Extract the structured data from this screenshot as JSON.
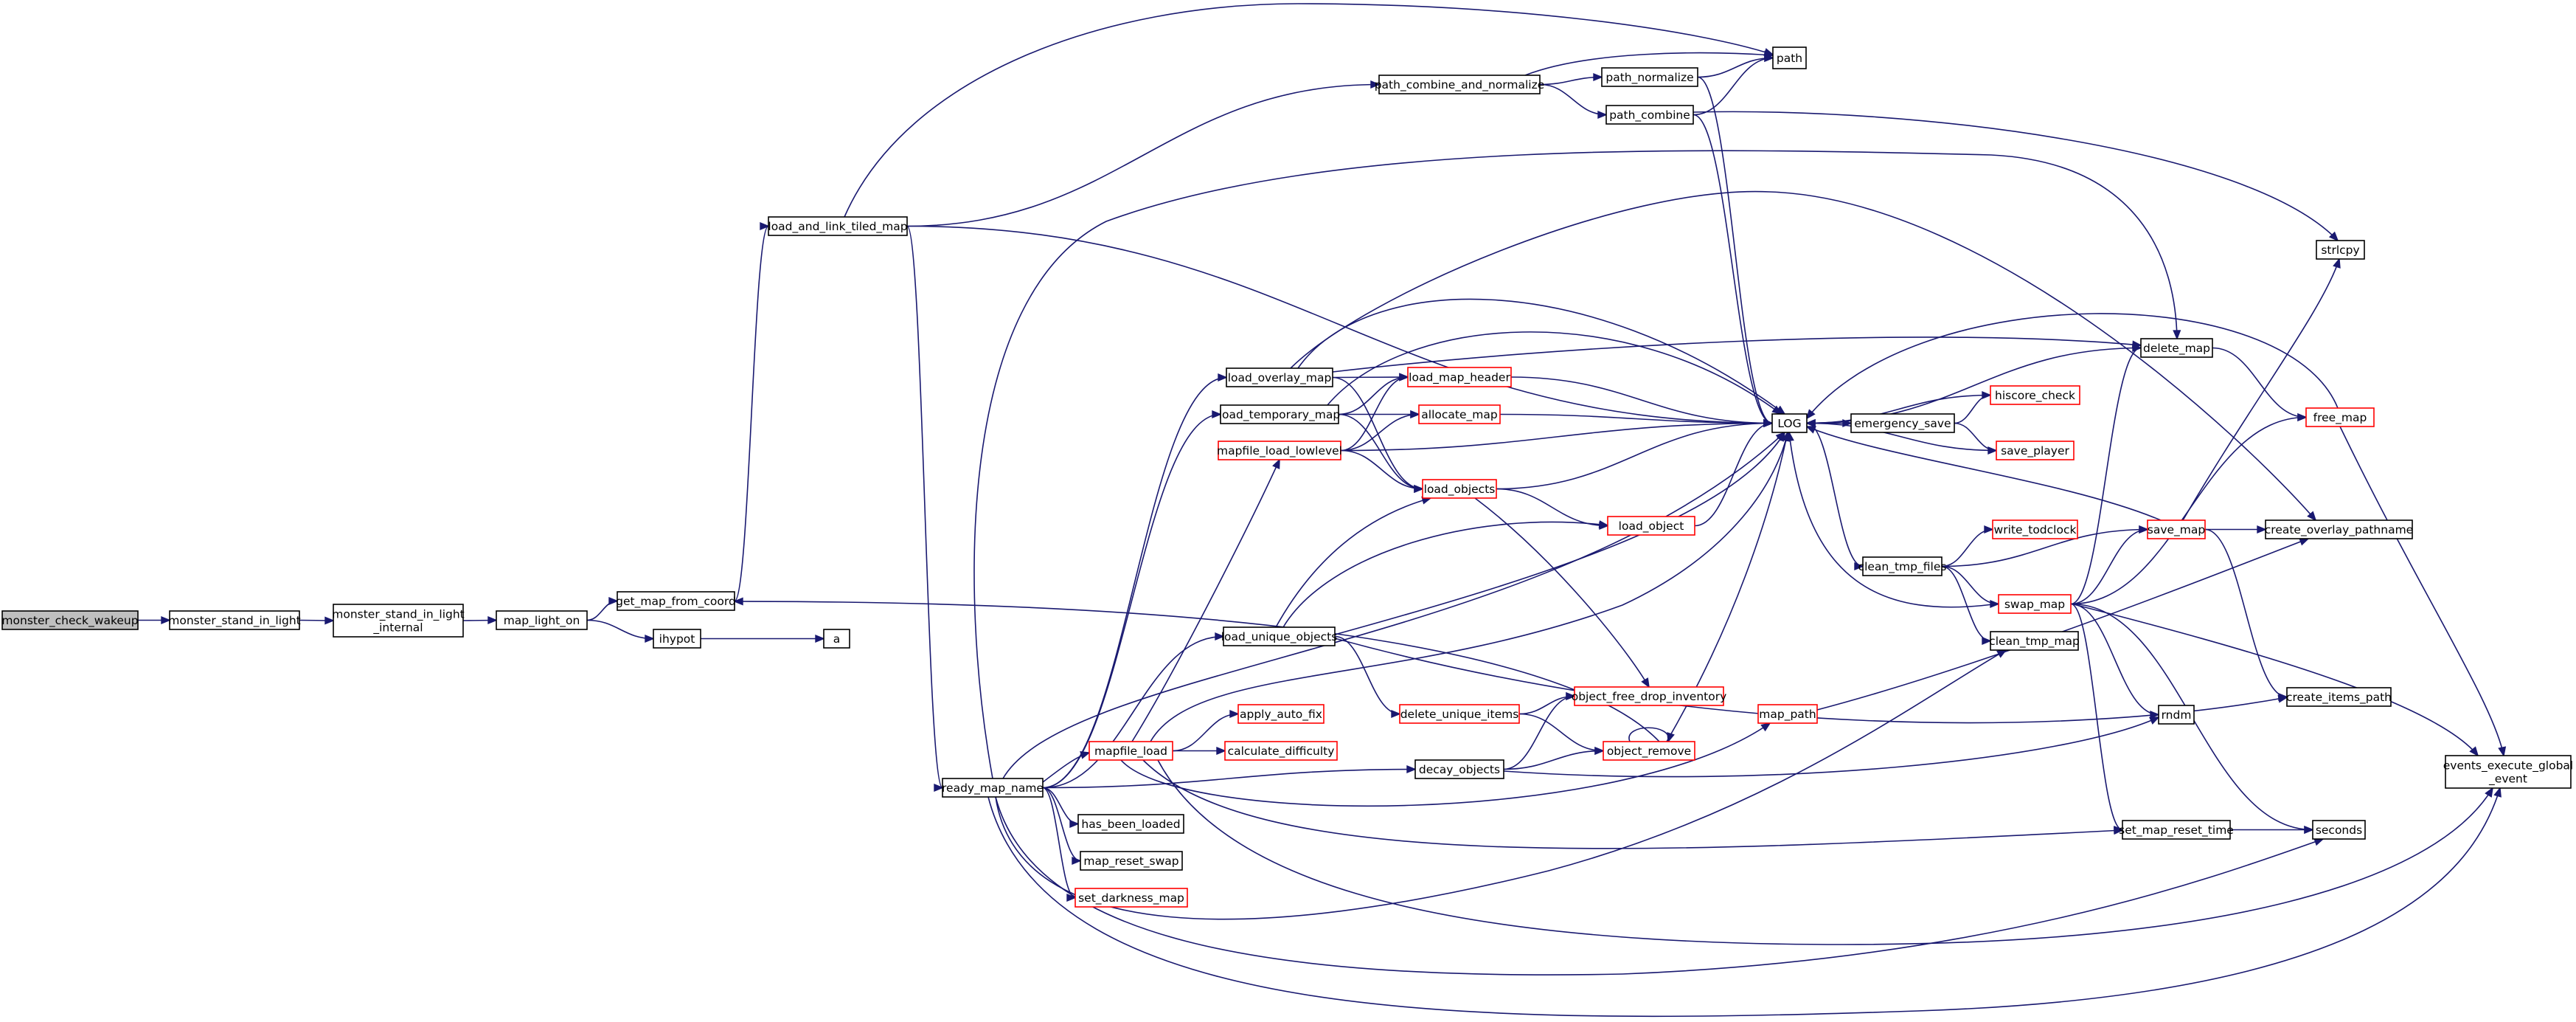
{
  "colors": {
    "edge": "#191970",
    "node_border": "#000000",
    "node_border_incomplete": "#ff0000",
    "root_fill": "#bfbfbf",
    "node_fill": "#ffffff"
  },
  "graph": {
    "nodes": [
      {
        "id": "monster_check_wakeup",
        "lines": [
          "monster_check_wakeup"
        ],
        "style": "root"
      },
      {
        "id": "monster_stand_in_light",
        "lines": [
          "monster_stand_in_light"
        ],
        "style": "normal"
      },
      {
        "id": "monster_stand_in_light_internal",
        "lines": [
          "monster_stand_in_light",
          "_internal"
        ],
        "style": "normal"
      },
      {
        "id": "map_light_on",
        "lines": [
          "map_light_on"
        ],
        "style": "normal"
      },
      {
        "id": "get_map_from_coord",
        "lines": [
          "get_map_from_coord"
        ],
        "style": "normal"
      },
      {
        "id": "ihypot",
        "lines": [
          "ihypot"
        ],
        "style": "normal"
      },
      {
        "id": "a",
        "lines": [
          "a"
        ],
        "style": "normal"
      },
      {
        "id": "load_and_link_tiled_map",
        "lines": [
          "load_and_link_tiled_map"
        ],
        "style": "normal"
      },
      {
        "id": "path_combine_and_normalize",
        "lines": [
          "path_combine_and_normalize"
        ],
        "style": "normal"
      },
      {
        "id": "path_normalize",
        "lines": [
          "path_normalize"
        ],
        "style": "normal"
      },
      {
        "id": "path_combine",
        "lines": [
          "path_combine"
        ],
        "style": "normal"
      },
      {
        "id": "path",
        "lines": [
          "path"
        ],
        "style": "normal"
      },
      {
        "id": "strlcpy",
        "lines": [
          "strlcpy"
        ],
        "style": "normal"
      },
      {
        "id": "ready_map_name",
        "lines": [
          "ready_map_name"
        ],
        "style": "normal"
      },
      {
        "id": "load_overlay_map",
        "lines": [
          "load_overlay_map"
        ],
        "style": "normal"
      },
      {
        "id": "load_temporary_map",
        "lines": [
          "load_temporary_map"
        ],
        "style": "normal"
      },
      {
        "id": "mapfile_load_lowlevel",
        "lines": [
          "mapfile_load_lowlevel"
        ],
        "style": "incomplete"
      },
      {
        "id": "load_map_header",
        "lines": [
          "load_map_header"
        ],
        "style": "incomplete"
      },
      {
        "id": "allocate_map",
        "lines": [
          "allocate_map"
        ],
        "style": "incomplete"
      },
      {
        "id": "load_objects",
        "lines": [
          "load_objects"
        ],
        "style": "incomplete"
      },
      {
        "id": "load_object",
        "lines": [
          "load_object"
        ],
        "style": "incomplete"
      },
      {
        "id": "load_unique_objects",
        "lines": [
          "load_unique_objects"
        ],
        "style": "normal"
      },
      {
        "id": "delete_unique_items",
        "lines": [
          "delete_unique_items"
        ],
        "style": "incomplete"
      },
      {
        "id": "object_free_drop_inventory",
        "lines": [
          "object_free_drop_inventory"
        ],
        "style": "incomplete"
      },
      {
        "id": "object_remove",
        "lines": [
          "object_remove"
        ],
        "style": "incomplete"
      },
      {
        "id": "mapfile_load",
        "lines": [
          "mapfile_load"
        ],
        "style": "incomplete"
      },
      {
        "id": "apply_auto_fix",
        "lines": [
          "apply_auto_fix"
        ],
        "style": "incomplete"
      },
      {
        "id": "calculate_difficulty",
        "lines": [
          "calculate_difficulty"
        ],
        "style": "incomplete"
      },
      {
        "id": "decay_objects",
        "lines": [
          "decay_objects"
        ],
        "style": "normal"
      },
      {
        "id": "has_been_loaded",
        "lines": [
          "has_been_loaded"
        ],
        "style": "normal"
      },
      {
        "id": "map_reset_swap",
        "lines": [
          "map_reset_swap"
        ],
        "style": "normal"
      },
      {
        "id": "set_darkness_map",
        "lines": [
          "set_darkness_map"
        ],
        "style": "incomplete"
      },
      {
        "id": "map_path",
        "lines": [
          "map_path"
        ],
        "style": "incomplete"
      },
      {
        "id": "LOG",
        "lines": [
          "LOG"
        ],
        "style": "normal"
      },
      {
        "id": "delete_map",
        "lines": [
          "delete_map"
        ],
        "style": "normal"
      },
      {
        "id": "emergency_save",
        "lines": [
          "emergency_save"
        ],
        "style": "normal"
      },
      {
        "id": "hiscore_check",
        "lines": [
          "hiscore_check"
        ],
        "style": "incomplete"
      },
      {
        "id": "save_player",
        "lines": [
          "save_player"
        ],
        "style": "incomplete"
      },
      {
        "id": "clean_tmp_files",
        "lines": [
          "clean_tmp_files"
        ],
        "style": "normal"
      },
      {
        "id": "write_todclock",
        "lines": [
          "write_todclock"
        ],
        "style": "incomplete"
      },
      {
        "id": "swap_map",
        "lines": [
          "swap_map"
        ],
        "style": "incomplete"
      },
      {
        "id": "clean_tmp_map",
        "lines": [
          "clean_tmp_map"
        ],
        "style": "normal"
      },
      {
        "id": "save_map",
        "lines": [
          "save_map"
        ],
        "style": "incomplete"
      },
      {
        "id": "free_map",
        "lines": [
          "free_map"
        ],
        "style": "incomplete"
      },
      {
        "id": "create_overlay_pathname",
        "lines": [
          "create_overlay_pathname"
        ],
        "style": "normal"
      },
      {
        "id": "create_items_path",
        "lines": [
          "create_items_path"
        ],
        "style": "normal"
      },
      {
        "id": "rndm",
        "lines": [
          "rndm"
        ],
        "style": "normal"
      },
      {
        "id": "set_map_reset_time",
        "lines": [
          "set_map_reset_time"
        ],
        "style": "normal"
      },
      {
        "id": "seconds",
        "lines": [
          "seconds"
        ],
        "style": "normal"
      },
      {
        "id": "events_execute_global_event",
        "lines": [
          "events_execute_global",
          "_event"
        ],
        "style": "normal"
      }
    ],
    "edges": [
      {
        "from": "monster_check_wakeup",
        "to": "monster_stand_in_light"
      },
      {
        "from": "monster_stand_in_light",
        "to": "monster_stand_in_light_internal"
      },
      {
        "from": "monster_stand_in_light_internal",
        "to": "map_light_on"
      },
      {
        "from": "map_light_on",
        "to": "get_map_from_coord"
      },
      {
        "from": "map_light_on",
        "to": "ihypot"
      },
      {
        "from": "ihypot",
        "to": "a"
      },
      {
        "from": "get_map_from_coord",
        "to": "load_and_link_tiled_map"
      },
      {
        "from": "load_and_link_tiled_map",
        "to": "path"
      },
      {
        "from": "load_and_link_tiled_map",
        "to": "path_combine_and_normalize"
      },
      {
        "from": "load_and_link_tiled_map",
        "to": "LOG"
      },
      {
        "from": "load_and_link_tiled_map",
        "to": "ready_map_name"
      },
      {
        "from": "path_combine_and_normalize",
        "to": "path"
      },
      {
        "from": "path_combine_and_normalize",
        "to": "path_normalize"
      },
      {
        "from": "path_combine_and_normalize",
        "to": "path_combine"
      },
      {
        "from": "path_normalize",
        "to": "path"
      },
      {
        "from": "path_normalize",
        "to": "LOG"
      },
      {
        "from": "path_combine",
        "to": "path"
      },
      {
        "from": "path_combine",
        "to": "strlcpy"
      },
      {
        "from": "path_combine",
        "to": "LOG"
      },
      {
        "from": "ready_map_name",
        "to": "delete_map"
      },
      {
        "from": "ready_map_name",
        "to": "load_overlay_map"
      },
      {
        "from": "ready_map_name",
        "to": "load_temporary_map"
      },
      {
        "from": "ready_map_name",
        "to": "load_unique_objects"
      },
      {
        "from": "ready_map_name",
        "to": "mapfile_load"
      },
      {
        "from": "ready_map_name",
        "to": "decay_objects"
      },
      {
        "from": "ready_map_name",
        "to": "has_been_loaded"
      },
      {
        "from": "ready_map_name",
        "to": "map_reset_swap"
      },
      {
        "from": "ready_map_name",
        "to": "set_darkness_map"
      },
      {
        "from": "ready_map_name",
        "to": "clean_tmp_map"
      },
      {
        "from": "ready_map_name",
        "to": "seconds"
      },
      {
        "from": "ready_map_name",
        "to": "events_execute_global_event"
      },
      {
        "from": "ready_map_name",
        "to": "LOG"
      },
      {
        "from": "load_overlay_map",
        "to": "create_overlay_pathname"
      },
      {
        "from": "load_overlay_map",
        "to": "delete_map"
      },
      {
        "from": "load_overlay_map",
        "to": "load_map_header"
      },
      {
        "from": "load_overlay_map",
        "to": "load_objects"
      },
      {
        "from": "load_overlay_map",
        "to": "LOG"
      },
      {
        "from": "load_temporary_map",
        "to": "load_map_header"
      },
      {
        "from": "load_temporary_map",
        "to": "allocate_map"
      },
      {
        "from": "load_temporary_map",
        "to": "load_objects"
      },
      {
        "from": "load_temporary_map",
        "to": "LOG"
      },
      {
        "from": "mapfile_load_lowlevel",
        "to": "load_map_header"
      },
      {
        "from": "mapfile_load_lowlevel",
        "to": "allocate_map"
      },
      {
        "from": "mapfile_load_lowlevel",
        "to": "load_objects"
      },
      {
        "from": "mapfile_load_lowlevel",
        "to": "LOG"
      },
      {
        "from": "load_map_header",
        "to": "LOG"
      },
      {
        "from": "allocate_map",
        "to": "LOG"
      },
      {
        "from": "load_objects",
        "to": "LOG"
      },
      {
        "from": "load_objects",
        "to": "load_object"
      },
      {
        "from": "load_objects",
        "to": "object_free_drop_inventory"
      },
      {
        "from": "load_object",
        "to": "LOG"
      },
      {
        "from": "load_unique_objects",
        "to": "load_objects"
      },
      {
        "from": "load_unique_objects",
        "to": "load_object"
      },
      {
        "from": "load_unique_objects",
        "to": "LOG"
      },
      {
        "from": "load_unique_objects",
        "to": "delete_unique_items"
      },
      {
        "from": "load_unique_objects",
        "to": "create_items_path"
      },
      {
        "from": "delete_unique_items",
        "to": "object_free_drop_inventory"
      },
      {
        "from": "delete_unique_items",
        "to": "object_remove"
      },
      {
        "from": "object_remove",
        "to": "object_remove"
      },
      {
        "from": "object_remove",
        "to": "LOG"
      },
      {
        "from": "object_remove",
        "to": "get_map_from_coord"
      },
      {
        "from": "mapfile_load",
        "to": "mapfile_load_lowlevel"
      },
      {
        "from": "mapfile_load",
        "to": "apply_auto_fix"
      },
      {
        "from": "mapfile_load",
        "to": "calculate_difficulty"
      },
      {
        "from": "mapfile_load",
        "to": "LOG"
      },
      {
        "from": "mapfile_load",
        "to": "map_path"
      },
      {
        "from": "mapfile_load",
        "to": "set_map_reset_time"
      },
      {
        "from": "mapfile_load",
        "to": "events_execute_global_event"
      },
      {
        "from": "decay_objects",
        "to": "object_remove"
      },
      {
        "from": "decay_objects",
        "to": "object_free_drop_inventory"
      },
      {
        "from": "decay_objects",
        "to": "rndm"
      },
      {
        "from": "map_path",
        "to": "create_overlay_pathname"
      },
      {
        "from": "LOG",
        "to": "emergency_save"
      },
      {
        "from": "LOG",
        "to": "clean_tmp_files"
      },
      {
        "from": "emergency_save",
        "to": "LOG"
      },
      {
        "from": "emergency_save",
        "to": "hiscore_check"
      },
      {
        "from": "emergency_save",
        "to": "save_player"
      },
      {
        "from": "hiscore_check",
        "to": "LOG"
      },
      {
        "from": "save_player",
        "to": "LOG"
      },
      {
        "from": "delete_map",
        "to": "LOG"
      },
      {
        "from": "delete_map",
        "to": "free_map"
      },
      {
        "from": "clean_tmp_files",
        "to": "write_todclock"
      },
      {
        "from": "clean_tmp_files",
        "to": "save_map"
      },
      {
        "from": "clean_tmp_files",
        "to": "swap_map"
      },
      {
        "from": "clean_tmp_files",
        "to": "clean_tmp_map"
      },
      {
        "from": "swap_map",
        "to": "LOG"
      },
      {
        "from": "swap_map",
        "to": "save_map"
      },
      {
        "from": "swap_map",
        "to": "delete_map"
      },
      {
        "from": "swap_map",
        "to": "free_map"
      },
      {
        "from": "swap_map",
        "to": "rndm"
      },
      {
        "from": "swap_map",
        "to": "set_map_reset_time"
      },
      {
        "from": "swap_map",
        "to": "seconds"
      },
      {
        "from": "swap_map",
        "to": "events_execute_global_event"
      },
      {
        "from": "save_map",
        "to": "LOG"
      },
      {
        "from": "save_map",
        "to": "strlcpy"
      },
      {
        "from": "save_map",
        "to": "create_overlay_pathname"
      },
      {
        "from": "save_map",
        "to": "create_items_path"
      },
      {
        "from": "free_map",
        "to": "LOG"
      },
      {
        "from": "free_map",
        "to": "events_execute_global_event"
      },
      {
        "from": "set_map_reset_time",
        "to": "seconds"
      }
    ]
  }
}
